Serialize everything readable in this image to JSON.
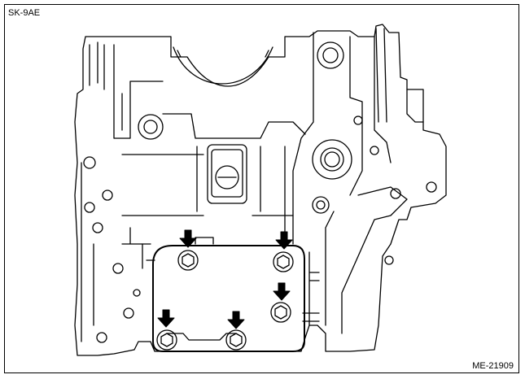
{
  "labels": {
    "top_left_code": "SK-9AE",
    "bottom_right_code": "ME-21909"
  },
  "colors": {
    "line": "#000000",
    "background": "#ffffff"
  },
  "markers": {
    "arrow_count": 5,
    "bolt_count": 5
  }
}
